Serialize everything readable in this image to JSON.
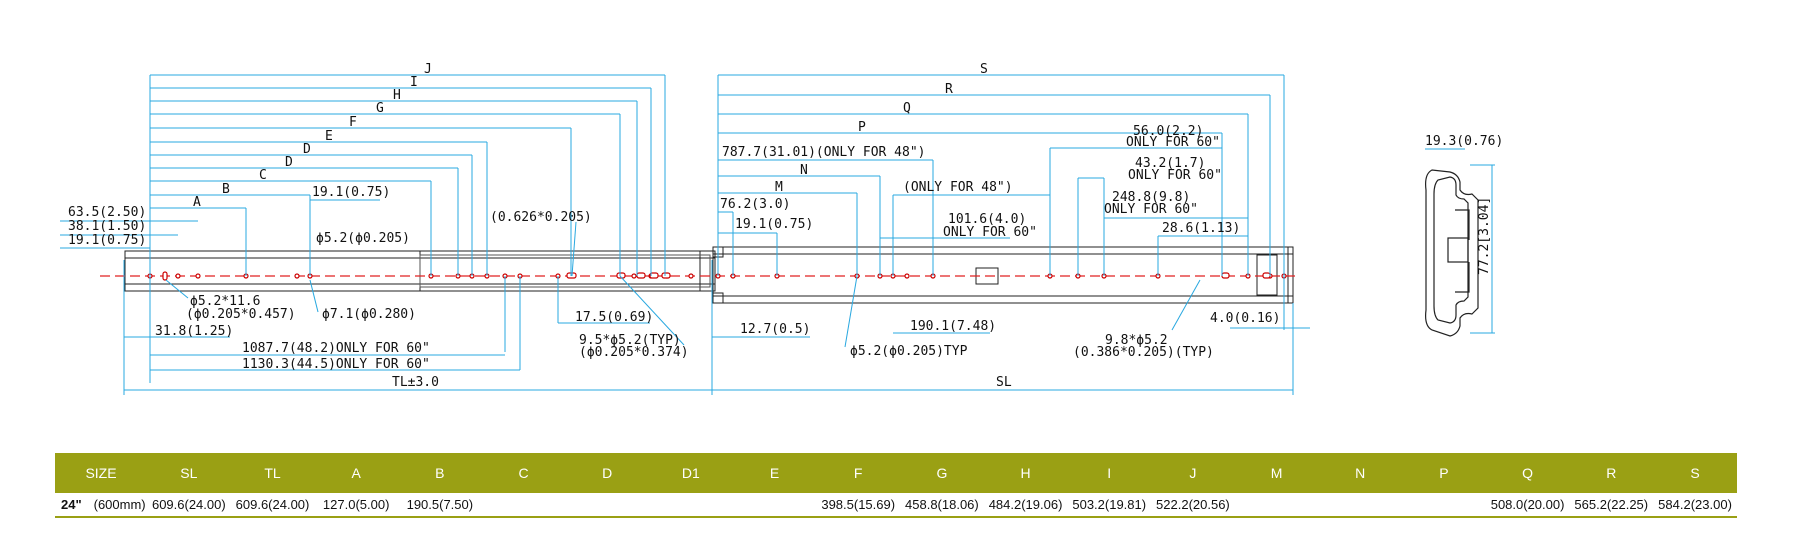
{
  "drawing": {
    "letters": {
      "J": "J",
      "I": "I",
      "H": "H",
      "G": "G",
      "F": "F",
      "E": "E",
      "D": "D",
      "D1": "D",
      "C": "C",
      "B": "B",
      "A": "A",
      "S": "S",
      "R": "R",
      "Q": "Q",
      "P": "P",
      "N": "N",
      "M": "M"
    },
    "left": {
      "d63": "63.5(2.50)",
      "d38": "38.1(1.50)",
      "d19a": "19.1(0.75)",
      "d19b": "19.1(0.75)",
      "phi52": "ϕ5.2(ϕ0.205)",
      "slot_small": "(0.626*0.205)",
      "slot1_a": "ϕ5.2*11.6",
      "slot1_b": "(ϕ0.205*0.457)",
      "hole71": "ϕ7.1(ϕ0.280)",
      "d175": "17.5(0.69)",
      "d318": "31.8(1.25)",
      "typ_a": "9.5*ϕ5.2(TYP)",
      "typ_b": "(ϕ0.205*0.374)",
      "d1087": "1087.7(48.2)ONLY FOR 60\"",
      "d1130": "1130.3(44.5)ONLY FOR 60\"",
      "tl": "TL±3.0"
    },
    "right": {
      "d787": "787.7(31.01)(ONLY FOR 48\")",
      "d762": "76.2(3.0)",
      "d191": "19.1(0.75)",
      "only48": "(ONLY FOR 48\")",
      "d1016a": "101.6(4.0)",
      "d1016b": "ONLY FOR 60\"",
      "d56a": "56.0(2.2)",
      "d56b": "ONLY FOR 60\"",
      "d432a": "43.2(1.7)",
      "d432b": "ONLY FOR 60\"",
      "d2488a": "248.8(9.8)",
      "d2488b": "ONLY FOR 60\"",
      "d286": "28.6(1.13)",
      "d1901": "190.1(7.48)",
      "d127": "12.7(0.5)",
      "phityp": "ϕ5.2(ϕ0.205)TYP",
      "d98a": "9.8*ϕ5.2",
      "d98b": "(0.386*0.205)(TYP)",
      "d40": "4.0(0.16)",
      "sl": "SL"
    },
    "section": {
      "width": "19.3(0.76)",
      "height": "77.2[3.04]"
    }
  },
  "table": {
    "headers": [
      "SIZE",
      "SL",
      "TL",
      "A",
      "B",
      "C",
      "D",
      "D1",
      "E",
      "F",
      "G",
      "H",
      "I",
      "J",
      "M",
      "N",
      "P",
      "Q",
      "R",
      "S"
    ],
    "row": {
      "size": "24\"",
      "size_mm": "(600mm)",
      "cells": [
        "609.6(24.00)",
        "609.6(24.00)",
        "127.0(5.00)",
        "190.5(7.50)",
        "",
        "",
        "",
        "",
        "398.5(15.69)",
        "458.8(18.06)",
        "484.2(19.06)",
        "503.2(19.81)",
        "522.2(20.56)",
        "",
        "",
        "",
        "508.0(20.00)",
        "565.2(22.25)",
        "584.2(23.00)"
      ]
    }
  },
  "colors": {
    "dimension": "#29a8e0",
    "centerline": "#e02020",
    "table_header": "#9aa014"
  }
}
